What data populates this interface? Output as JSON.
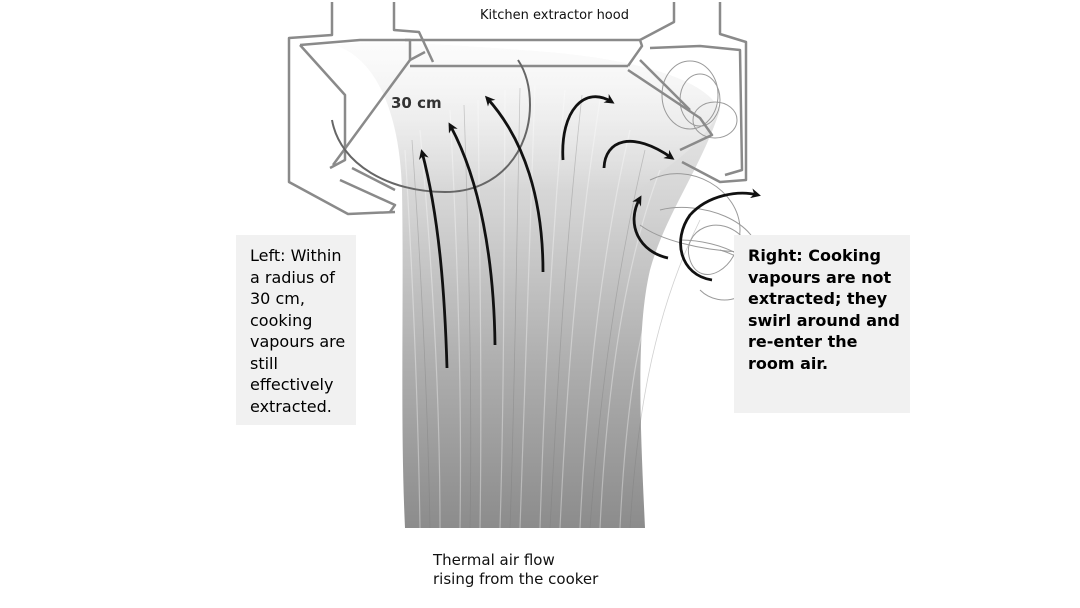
{
  "diagram": {
    "title": "Kitchen extractor hood",
    "radius_label": "30 cm",
    "left_note": "Left: Within a radius of 30 cm, cooking vapours are still effectively extracted.",
    "right_note": "Right: Cooking vapours are not extracted; they swirl around and re-enter the room air.",
    "bottom_caption_line1": "Thermal air flow",
    "bottom_caption_line2": "rising from the cooker"
  },
  "colors": {
    "outline": "#8a8a8a",
    "arrow": "#111111",
    "plume": "#8f8f8f",
    "note_background": "#f1f1f1"
  }
}
